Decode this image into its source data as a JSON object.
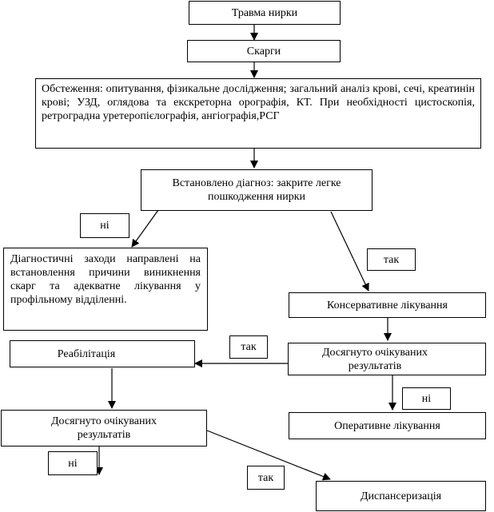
{
  "nodes": {
    "trauma": "Травма нирки",
    "complaints": "Скарги",
    "exam": "Обстеження: опитування, фізикальне дослідження; загальний аналіз крові, сечі, креатинін крові; УЗД, оглядова та екскреторна орографія, КТ. При необхідності цистоскопія, ретроградна уретеропієлографія, ангіографія,РСГ",
    "diagnosis": "Встановлено діагноз: закрите легке пошкодження нирки",
    "diag_measures": "Діагностичні заходи направлені на встановлення причини виникнення скарг та адекватне лікування у профільному відділенні.",
    "conservative": "Консервативне лікування",
    "achieved1": "Досягнуто очікуваних результатів",
    "rehab": "Реабілітація",
    "operative": "Оперативне лікування",
    "achieved2": "Досягнуто очікуваних результатів",
    "dispensary": "Диспансеризація"
  },
  "labels": {
    "no1": "ні",
    "yes1": "так",
    "yes2": "так",
    "no2": "ні",
    "no3": "ні",
    "yes3": "так"
  }
}
